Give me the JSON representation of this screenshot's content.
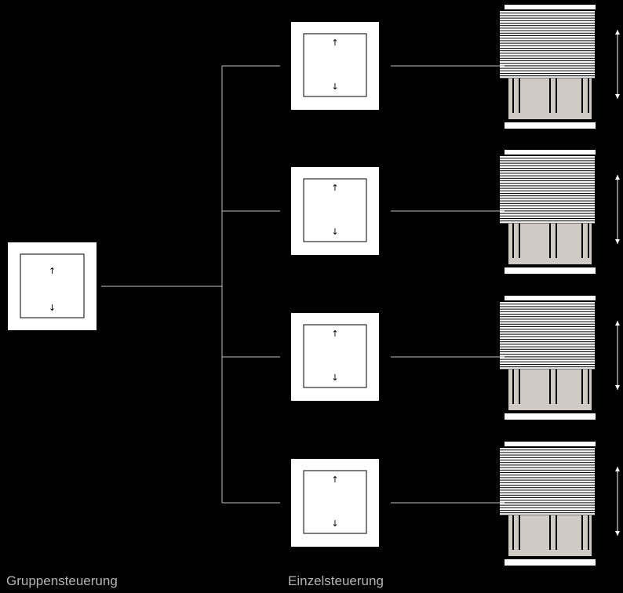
{
  "labels": {
    "group_control": "Gruppensteuerung",
    "individual_control": "Einzelsteuerung"
  },
  "switch_symbols": {
    "up": "↑",
    "down": "↓"
  },
  "icons": {
    "switch": "rocker-switch-icon",
    "blind": "window-blind-icon",
    "travel_arrow": "double-arrow-icon"
  },
  "colors": {
    "background": "#000000",
    "line": "#bfbfbf",
    "switch_frame": "#ffffff",
    "window_frame": "#cfcac3",
    "label": "#b4b4b4"
  },
  "individual_switch_count": 4
}
